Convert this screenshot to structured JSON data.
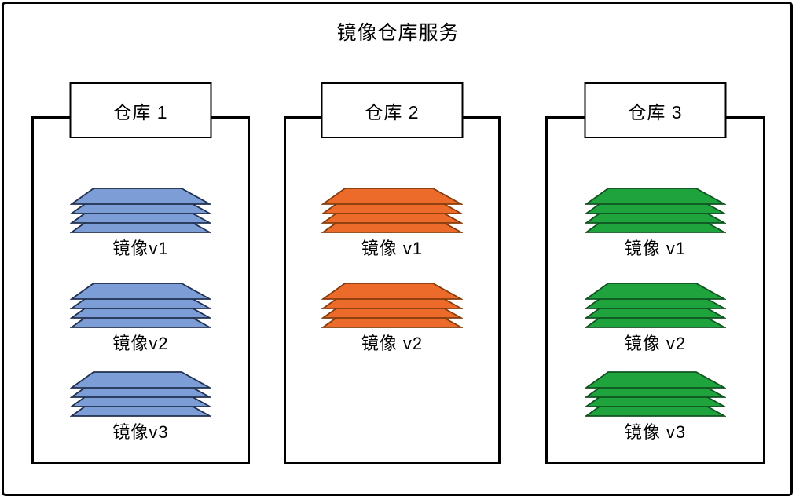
{
  "title": "镜像仓库服务",
  "structural_color": "#000000",
  "background_color": "#ffffff",
  "repos": [
    {
      "label": "仓库 1",
      "colors": {
        "fill": "#7D9DD6",
        "stroke": "#203050"
      },
      "stacks": [
        {
          "icon": "image-layer-stack-icon",
          "label": "镜像v1"
        },
        {
          "icon": "image-layer-stack-icon",
          "label": "镜像v2"
        },
        {
          "icon": "image-layer-stack-icon",
          "label": "镜像v3"
        }
      ]
    },
    {
      "label": "仓库 2",
      "colors": {
        "fill": "#EC6B2B",
        "stroke": "#843C0C"
      },
      "stacks": [
        {
          "icon": "image-layer-stack-icon",
          "label": "镜像 v1"
        },
        {
          "icon": "image-layer-stack-icon",
          "label": "镜像 v2"
        }
      ]
    },
    {
      "label": "仓库 3",
      "colors": {
        "fill": "#1FA33C",
        "stroke": "#115222"
      },
      "stacks": [
        {
          "icon": "image-layer-stack-icon",
          "label": "镜像 v1"
        },
        {
          "icon": "image-layer-stack-icon",
          "label": "镜像 v2"
        },
        {
          "icon": "image-layer-stack-icon",
          "label": "镜像 v3"
        }
      ]
    }
  ]
}
